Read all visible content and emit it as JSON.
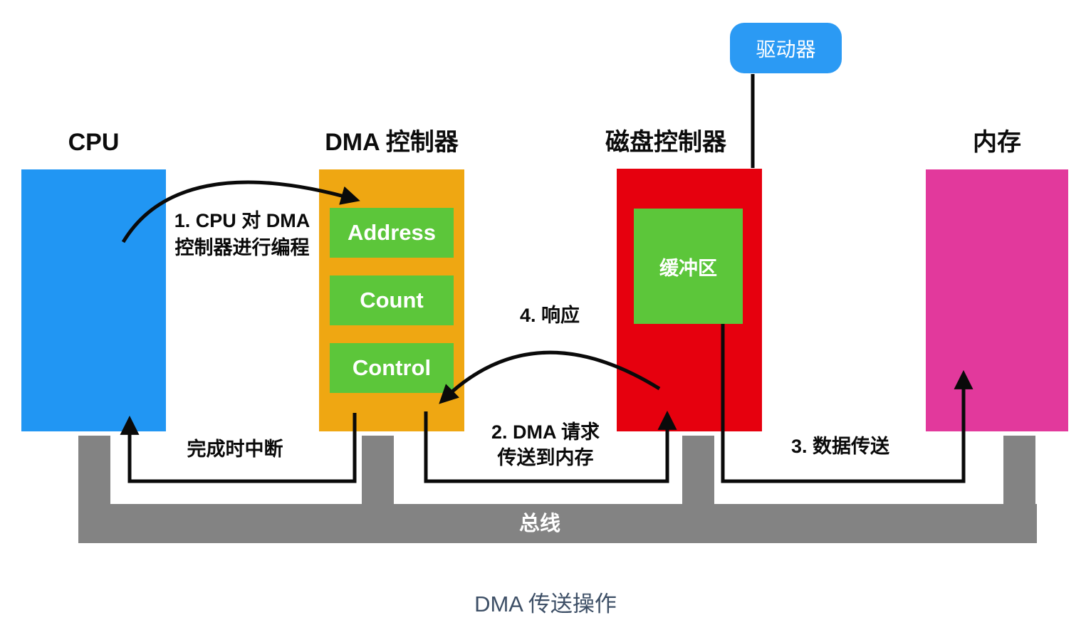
{
  "diagram": {
    "title": "DMA 传送操作",
    "components": {
      "cpu": {
        "label": "CPU"
      },
      "dma": {
        "label": "DMA 控制器",
        "registers": [
          "Address",
          "Count",
          "Control"
        ]
      },
      "disk": {
        "label": "磁盘控制器",
        "buffer_label": "缓冲区"
      },
      "memory": {
        "label": "内存"
      },
      "driver": {
        "label": "驱动器"
      },
      "bus": {
        "label": "总线"
      }
    },
    "steps": {
      "step1": {
        "line1": "1. CPU  对 DMA",
        "line2": "控制器进行编程"
      },
      "step2": {
        "line1": "2. DMA 请求",
        "line2": "传送到内存"
      },
      "step3": {
        "label": "3. 数据传送"
      },
      "step4": {
        "label": "4. 响应"
      },
      "interrupt": {
        "label": "完成时中断"
      }
    },
    "colors": {
      "cpu_blue": "#2196F3",
      "driver_blue": "#2B9AF4",
      "dma_orange": "#EFA712",
      "register_green": "#5CC63A",
      "disk_red": "#E6000E",
      "memory_pink": "#E2399C",
      "bus_gray": "#838383",
      "arrow_black": "#0a0a0a",
      "title_color": "#3D4F66"
    }
  }
}
